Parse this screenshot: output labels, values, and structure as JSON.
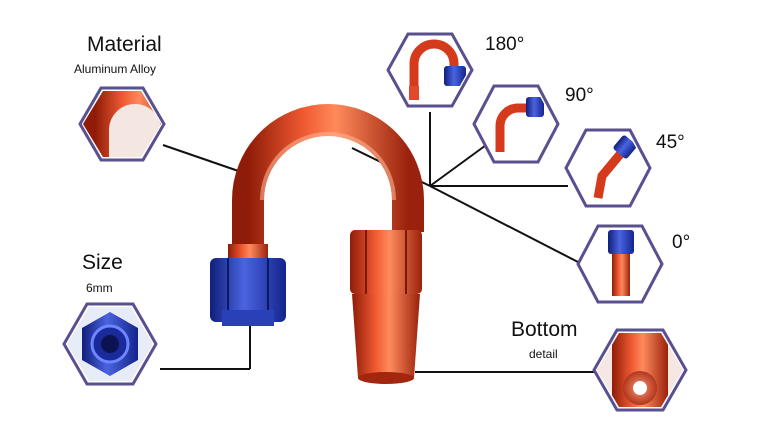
{
  "labels": {
    "material": {
      "title": "Material",
      "subtitle": "Aluminum Alloy"
    },
    "size": {
      "title": "Size",
      "subtitle": "6mm"
    },
    "bottom": {
      "title": "Bottom",
      "subtitle": "detail"
    },
    "angles": {
      "a180": "180°",
      "a90": "90°",
      "a45": "45°",
      "a0": "0°"
    }
  },
  "colors": {
    "red": "#d63a1c",
    "blue": "#2437b0",
    "hex_border": "#5a4f8f",
    "line": "#111111"
  }
}
